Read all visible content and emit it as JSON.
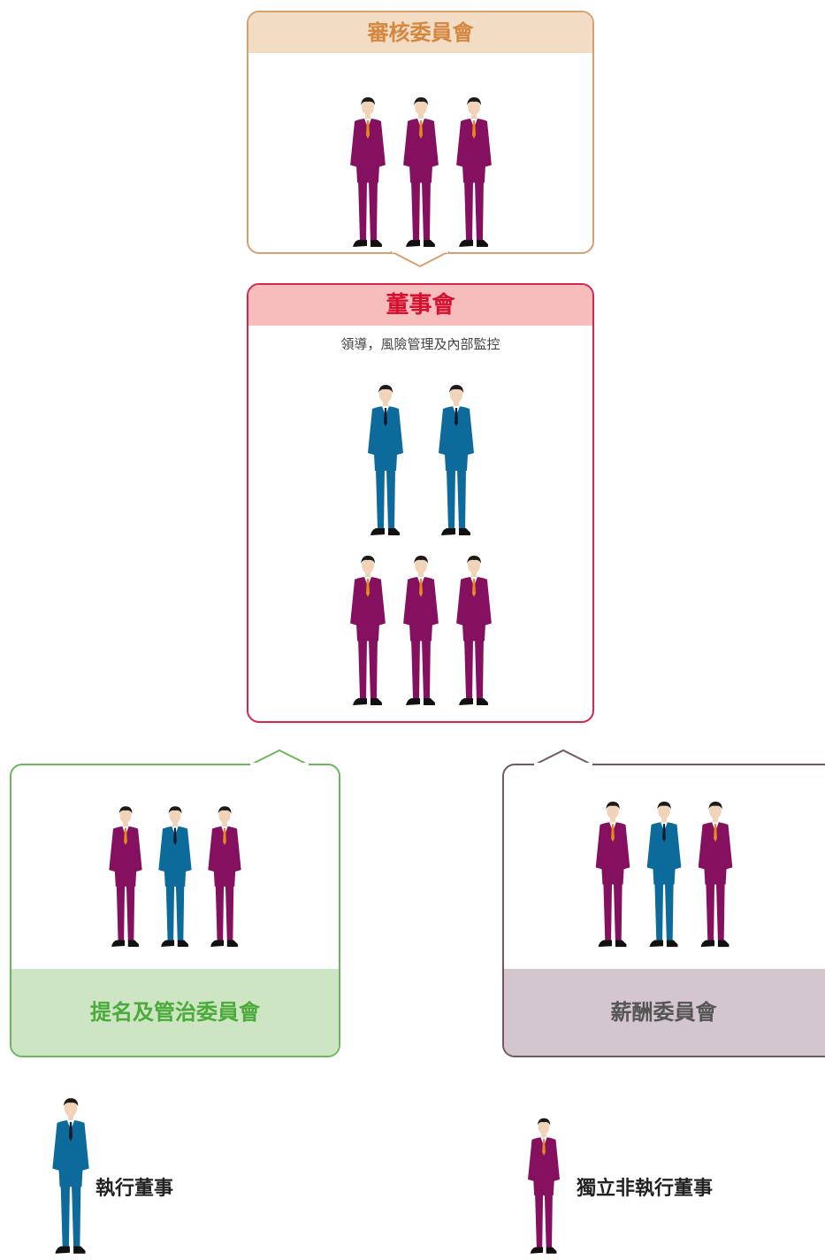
{
  "colors": {
    "purple_suit": "#85105f",
    "blue_suit": "#0d6b9c",
    "audit_border": "#d9a06f",
    "audit_header_bg": "#f3dcc4",
    "audit_text": "#d4873f",
    "board_border": "#d8264f",
    "board_header_bg": "#f7bcbc",
    "board_text": "#d8102f",
    "nom_border": "#6cb75c",
    "nom_footer_bg": "#cde5c3",
    "nom_text": "#4aaa3a",
    "rem_border": "#705a60",
    "rem_footer_bg": "#d3c6ce",
    "rem_text": "#555555"
  },
  "audit_committee": {
    "title": "審核委員會",
    "members": [
      "independent",
      "independent",
      "independent"
    ]
  },
  "board": {
    "title": "董事會",
    "subtitle": "領導，風險管理及內部監控",
    "executive_members": [
      "executive",
      "executive"
    ],
    "independent_members": [
      "independent",
      "independent",
      "independent"
    ]
  },
  "nomination_committee": {
    "title": "提名及管治委員會",
    "members": [
      "independent",
      "executive",
      "independent"
    ]
  },
  "remuneration_committee": {
    "title": "薪酬委員會",
    "members": [
      "independent",
      "executive",
      "independent"
    ]
  },
  "legend": {
    "executive_label": "執行董事",
    "independent_label": "獨立非執行董事"
  }
}
